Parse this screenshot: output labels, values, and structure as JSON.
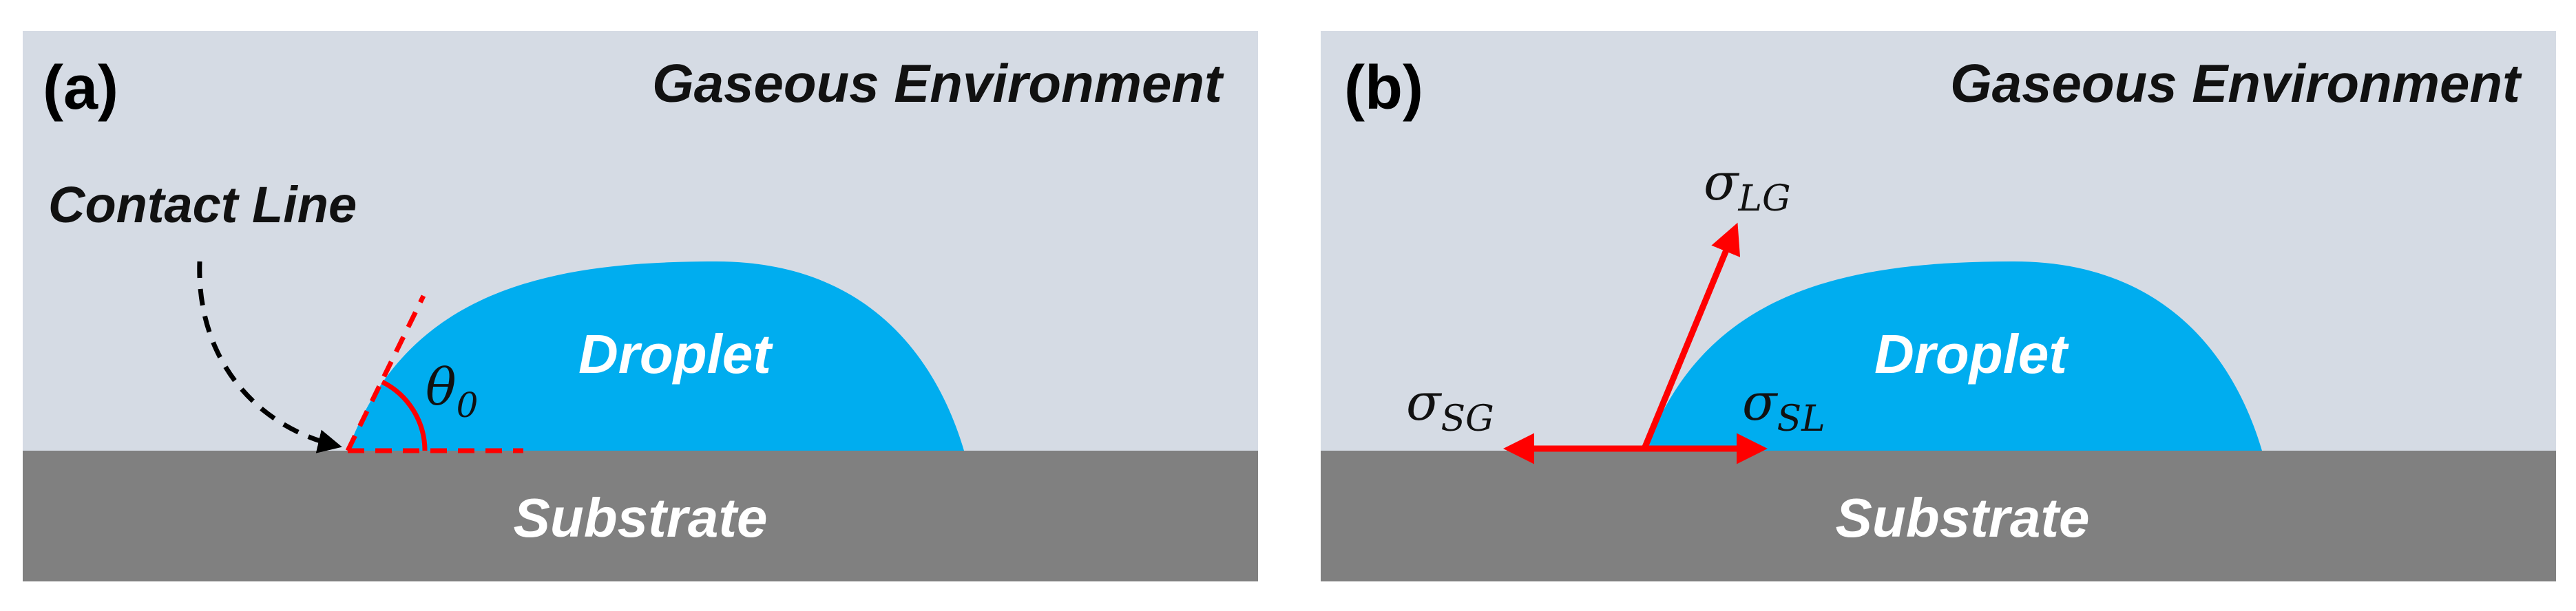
{
  "colors": {
    "gas": "#d5dbe4",
    "droplet": "#00adef",
    "substrate": "#808080",
    "vector": "#ff0000",
    "guide": "#000000"
  },
  "panel_a": {
    "label": "(a)",
    "environment": "Gaseous Environment",
    "contact_line": "Contact Line",
    "droplet": "Droplet",
    "substrate": "Substrate",
    "angle_symbol": "θ",
    "angle_subscript": "0"
  },
  "panel_b": {
    "label": "(b)",
    "environment": "Gaseous Environment",
    "droplet": "Droplet",
    "substrate": "Substrate",
    "sigma_symbol": "σ",
    "sigma_lg_subscript": "LG",
    "sigma_sg_subscript": "SG",
    "sigma_sl_subscript": "SL"
  }
}
